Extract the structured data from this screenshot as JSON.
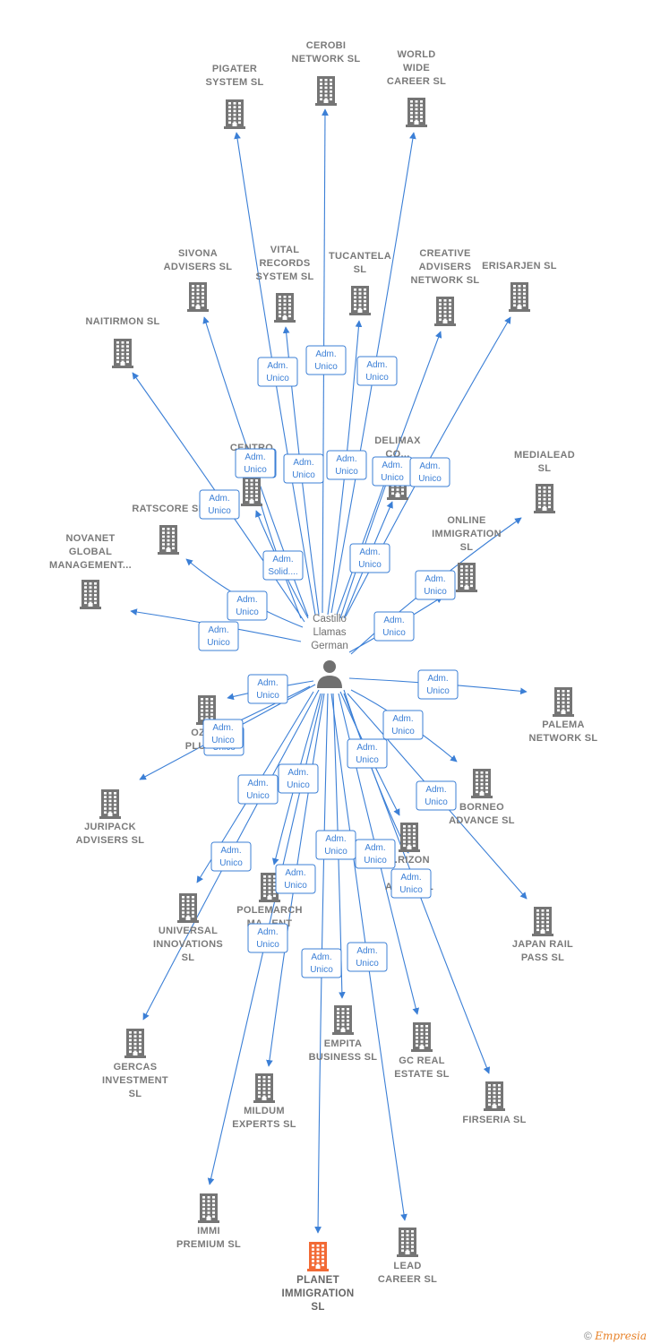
{
  "center": {
    "name_lines": [
      "Castillo",
      "Llamas",
      "German"
    ]
  },
  "colors": {
    "edge": "#3b7fd6",
    "building": "#757575",
    "highlight": "#f26a35"
  },
  "companies": [
    {
      "id": "pigater",
      "lines": [
        "PIGATER",
        "SYSTEM  SL"
      ]
    },
    {
      "id": "cerobi",
      "lines": [
        "CEROBI",
        "NETWORK  SL"
      ]
    },
    {
      "id": "world-wide",
      "lines": [
        "WORLD",
        "WIDE",
        "CAREER  SL"
      ]
    },
    {
      "id": "sivona",
      "lines": [
        "SIVONA",
        "ADVISERS  SL"
      ]
    },
    {
      "id": "vital-records",
      "lines": [
        "VITAL",
        "RECORDS",
        "SYSTEM  SL"
      ]
    },
    {
      "id": "tucantela",
      "lines": [
        "TUCANTELA",
        "SL"
      ]
    },
    {
      "id": "creative-advisers",
      "lines": [
        "CREATIVE",
        "ADVISERS",
        "NETWORK  SL"
      ]
    },
    {
      "id": "erisarjen",
      "lines": [
        "ERISARJEN  SL"
      ]
    },
    {
      "id": "naitirmon",
      "lines": [
        "NAITIRMON  SL"
      ]
    },
    {
      "id": "medialead",
      "lines": [
        "MEDIALEAD",
        "SL"
      ]
    },
    {
      "id": "delimax",
      "lines": [
        "DELIMAX",
        "CO..."
      ]
    },
    {
      "id": "centro-bl",
      "lines": [
        "CENTRO",
        "BL..."
      ]
    },
    {
      "id": "ratscore",
      "lines": [
        "RATSCORE  SL"
      ]
    },
    {
      "id": "online-immigration",
      "lines": [
        "ONLINE",
        "IMMIGRATION",
        "SL"
      ]
    },
    {
      "id": "novanet",
      "lines": [
        "NOVANET",
        "GLOBAL",
        "MANAGEMENT..."
      ]
    },
    {
      "id": "palema",
      "lines": [
        "PALEMA",
        "NETWORK  SL"
      ]
    },
    {
      "id": "ozm-plus",
      "lines": [
        "OZM...",
        "PLUS  SL"
      ]
    },
    {
      "id": "borneo",
      "lines": [
        "BORNEO",
        "ADVANCE  SL"
      ]
    },
    {
      "id": "juripack",
      "lines": [
        "JURIPACK",
        "ADVISERS  SL"
      ]
    },
    {
      "id": "horizon",
      "lines": [
        "...RIZON",
        "C...",
        "ADM...  SL"
      ]
    },
    {
      "id": "japan-rail",
      "lines": [
        "JAPAN RAIL",
        "PASS  SL"
      ]
    },
    {
      "id": "universal",
      "lines": [
        "UNIVERSAL",
        "INNOVATIONS",
        "SL"
      ]
    },
    {
      "id": "polemarch",
      "lines": [
        "POLEMARCH",
        "MA...ENT"
      ]
    },
    {
      "id": "gercas",
      "lines": [
        "GERCAS",
        "INVESTMENT",
        "SL"
      ]
    },
    {
      "id": "empita",
      "lines": [
        "EMPITA",
        "BUSINESS  SL"
      ]
    },
    {
      "id": "gc-real",
      "lines": [
        "GC REAL",
        "ESTATE  SL"
      ]
    },
    {
      "id": "firseria",
      "lines": [
        "FIRSERIA SL"
      ]
    },
    {
      "id": "mildum",
      "lines": [
        "MILDUM",
        "EXPERTS  SL"
      ]
    },
    {
      "id": "immi-premium",
      "lines": [
        "IMMI",
        "PREMIUM  SL"
      ]
    },
    {
      "id": "planet-immigration",
      "lines": [
        "PLANET",
        "IMMIGRATION",
        "SL"
      ],
      "highlight": true
    },
    {
      "id": "lead-career",
      "lines": [
        "LEAD",
        "CAREER  SL"
      ]
    }
  ],
  "relations": [
    {
      "target": "pigater",
      "lines": [
        "Adm.",
        "Unico"
      ]
    },
    {
      "target": "cerobi",
      "lines": [
        "Adm.",
        "Unico"
      ]
    },
    {
      "target": "world-wide",
      "lines": [
        "Adm.",
        "Unico"
      ]
    },
    {
      "target": "sivona",
      "lines": [
        "Adm.",
        "Unico"
      ]
    },
    {
      "target": "vital-records",
      "lines": [
        "Adm.",
        "Unico"
      ]
    },
    {
      "target": "tucantela",
      "lines": [
        "Adm.",
        "Unico"
      ]
    },
    {
      "target": "creative-advisers",
      "lines": [
        "Adm.",
        "Unico"
      ]
    },
    {
      "target": "erisarjen",
      "lines": [
        "Adm.",
        "Unico"
      ]
    },
    {
      "target": "naitirmon",
      "lines": [
        "Adm.",
        "Unico"
      ]
    },
    {
      "target": "medialead",
      "lines": [
        "Adm.",
        "Unico"
      ]
    },
    {
      "target": "delimax",
      "lines": [
        "Adm.",
        "Unico"
      ]
    },
    {
      "target": "centro-bl",
      "lines": [
        "Adm.",
        "Solid...."
      ]
    },
    {
      "target": "ratscore",
      "lines": [
        "Adm.",
        "Unico"
      ]
    },
    {
      "target": "online-immigration",
      "lines": [
        "Adm.",
        "Unico"
      ]
    },
    {
      "target": "novanet",
      "lines": [
        "Adm.",
        "Unico"
      ]
    },
    {
      "target": "palema",
      "lines": [
        "Adm.",
        "Unico"
      ]
    },
    {
      "target": "ozm-plus",
      "lines": [
        "Adm.",
        "Unico"
      ]
    },
    {
      "target": "borneo",
      "lines": [
        "Adm.",
        "Unico"
      ]
    },
    {
      "target": "juripack",
      "lines": [
        "Adm.",
        "Unico"
      ]
    },
    {
      "target": "horizon",
      "lines": [
        "Adm.",
        "Unico"
      ]
    },
    {
      "target": "japan-rail",
      "lines": [
        "Adm.",
        "Unico"
      ]
    },
    {
      "target": "universal",
      "lines": [
        "Adm.",
        "Unico"
      ]
    },
    {
      "target": "polemarch",
      "lines": [
        "Adm.",
        "Unico"
      ]
    },
    {
      "target": "gercas",
      "lines": [
        "Adm.",
        "Unico"
      ]
    },
    {
      "target": "empita",
      "lines": [
        "Adm.",
        "Unico"
      ]
    },
    {
      "target": "gc-real",
      "lines": [
        "Adm.",
        "Unico"
      ]
    },
    {
      "target": "firseria",
      "lines": [
        "Adm.",
        "Unico"
      ]
    },
    {
      "target": "mildum",
      "lines": [
        "Adm.",
        "Unico"
      ]
    },
    {
      "target": "immi-premium",
      "lines": [
        "Adm.",
        "Unico"
      ]
    },
    {
      "target": "planet-immigration",
      "lines": [
        "Adm.",
        "Unico"
      ]
    },
    {
      "target": "lead-career",
      "lines": [
        "Adm.",
        "Unico"
      ]
    },
    {
      "target": "centro-bl",
      "lines": [
        "Adm.",
        "Unico"
      ]
    },
    {
      "target": "delimax",
      "lines": [
        "Adm.",
        "Unico"
      ]
    },
    {
      "target": "ozm-plus",
      "lines": [
        "Adm.",
        "Unico"
      ]
    },
    {
      "target": "horizon",
      "lines": [
        "Adm.",
        "Unico"
      ]
    }
  ],
  "footer": {
    "copyright": "©",
    "brand": "Empresia"
  }
}
